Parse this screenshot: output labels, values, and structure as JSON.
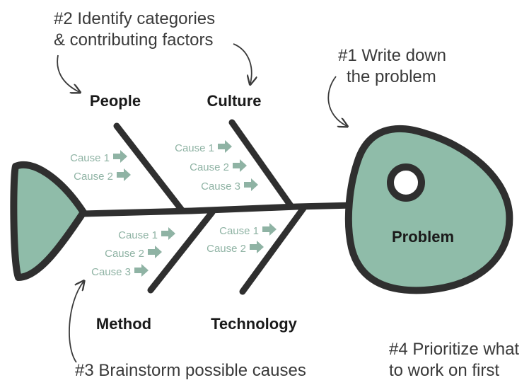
{
  "colors": {
    "fish_fill": "#8fbca9",
    "outline": "#2f2f2f",
    "cause_text": "#8fb3a4",
    "annotation_text": "#3a3a3a"
  },
  "annotations": {
    "step1_line1": "#1 Write down",
    "step1_line2": "the problem",
    "step2_line1": "#2 Identify categories",
    "step2_line2": "& contributing factors",
    "step3": "#3 Brainstorm possible causes",
    "step4_line1": "#4 Prioritize what",
    "step4_line2": "to work on first"
  },
  "head": {
    "label": "Problem"
  },
  "categories": {
    "people": {
      "label": "People",
      "causes": [
        "Cause 1",
        "Cause 2"
      ]
    },
    "culture": {
      "label": "Culture",
      "causes": [
        "Cause 1",
        "Cause 2",
        "Cause 3"
      ]
    },
    "method": {
      "label": "Method",
      "causes": [
        "Cause 1",
        "Cause 2",
        "Cause 3"
      ]
    },
    "technology": {
      "label": "Technology",
      "causes": [
        "Cause 1",
        "Cause 2"
      ]
    }
  },
  "icons": {
    "cause_arrow": "arrow-right-icon",
    "annotation_arrow": "curved-arrow-icon"
  }
}
